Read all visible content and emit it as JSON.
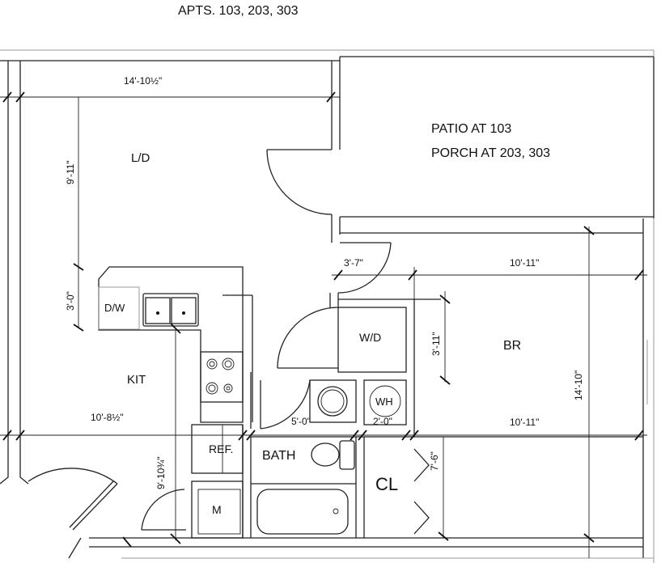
{
  "title": "APTS. 103, 203, 303",
  "rooms": {
    "living_dining": "L/D",
    "patio_line1": "PATIO AT 103",
    "patio_line2": "PORCH AT 203, 303",
    "kitchen": "KIT",
    "dishwasher": "D/W",
    "refrigerator": "REF.",
    "mechanical": "M",
    "washer_dryer": "W/D",
    "water_heater": "WH",
    "bath": "BATH",
    "closet": "CL",
    "bedroom": "BR"
  },
  "dimensions": {
    "ld_width": "14'-10½\"",
    "ld_depth": "9'-11\"",
    "kit_counter": "3'-0\"",
    "kit_width": "10'-8½\"",
    "kit_depth": "9'-10¾\"",
    "hall": "3'-7\"",
    "br_width_top": "10'-11\"",
    "br_width_bottom": "10'-11\"",
    "wd_depth": "3'-11\"",
    "br_depth": "14'-10\"",
    "bath_width": "5'-0\"",
    "wh_width": "2'-0\"",
    "closet_depth": "7'-6\""
  }
}
